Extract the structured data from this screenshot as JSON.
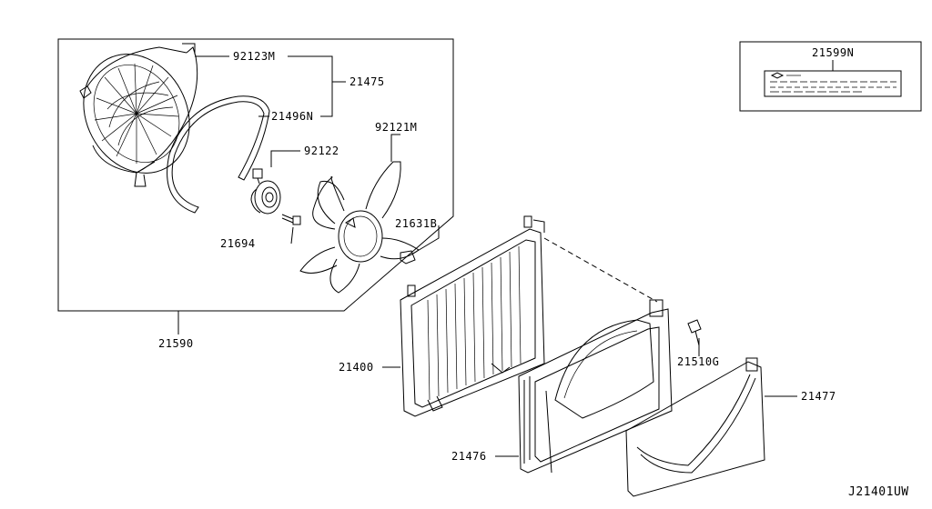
{
  "diagram_code": "J21401UW",
  "parts": {
    "p92123M": "92123M",
    "p21475": "21475",
    "p21496N": "21496N",
    "p92122": "92122",
    "p92121M": "92121M",
    "p21631B": "21631B",
    "p21694": "21694",
    "p21590": "21590",
    "p21599N": "21599N",
    "p21400": "21400",
    "p21510G": "21510G",
    "p21477": "21477",
    "p21476": "21476"
  },
  "colors": {
    "line": "#000000",
    "background": "#ffffff"
  }
}
